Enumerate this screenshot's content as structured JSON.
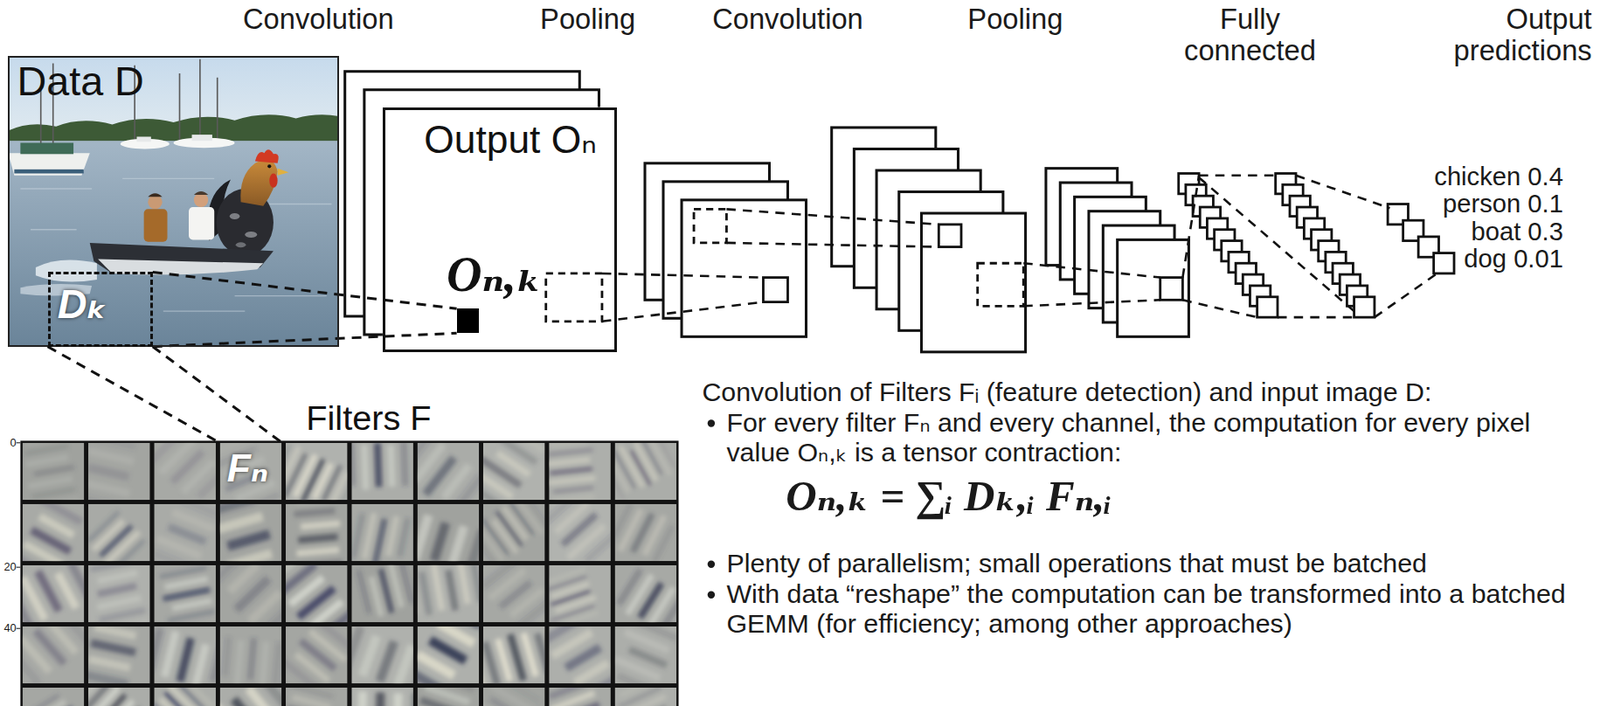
{
  "diagram": {
    "nodes": [
      {
        "text": [
          "Data D"
        ]
      },
      {
        "text": [
          "Dₖ"
        ],
        "in": 0
      },
      {
        "text": [
          "Output Oₙ"
        ]
      },
      {
        "text": [
          "Oₙ,ₖ"
        ],
        "in": 2
      },
      {
        "text": [
          "Filters F"
        ]
      },
      {
        "text": [
          "Fₙ"
        ],
        "in": 4
      }
    ],
    "edges": [
      {
        "from": 1,
        "to": 3,
        "arrow": "none"
      },
      {
        "from": 1,
        "to": 5,
        "arrow": "none"
      }
    ],
    "labels": [
      "Convolution",
      "Pooling",
      "Convolution",
      "Pooling",
      "Fully connected",
      "Output predictions",
      "chicken 0.4",
      "person 0.1",
      "boat 0.3",
      "dog 0.01",
      "Convolution of Filters Fᵢ (feature detection) and input image D:",
      "For every filter Fₙ and every channel, the computation for every pixel value Oₙ,ₖ is a tensor contraction:",
      "Oₙ,ₖ = ∑ᵢ Dₖ,ᵢ Fₙ,ᵢ",
      "Plenty of parallelism; small operations that must be batched",
      "With data “reshape” the computation can be transformed into a batched GEMM (for efficiency; among other approaches)",
      "0",
      "20",
      "40"
    ]
  }
}
